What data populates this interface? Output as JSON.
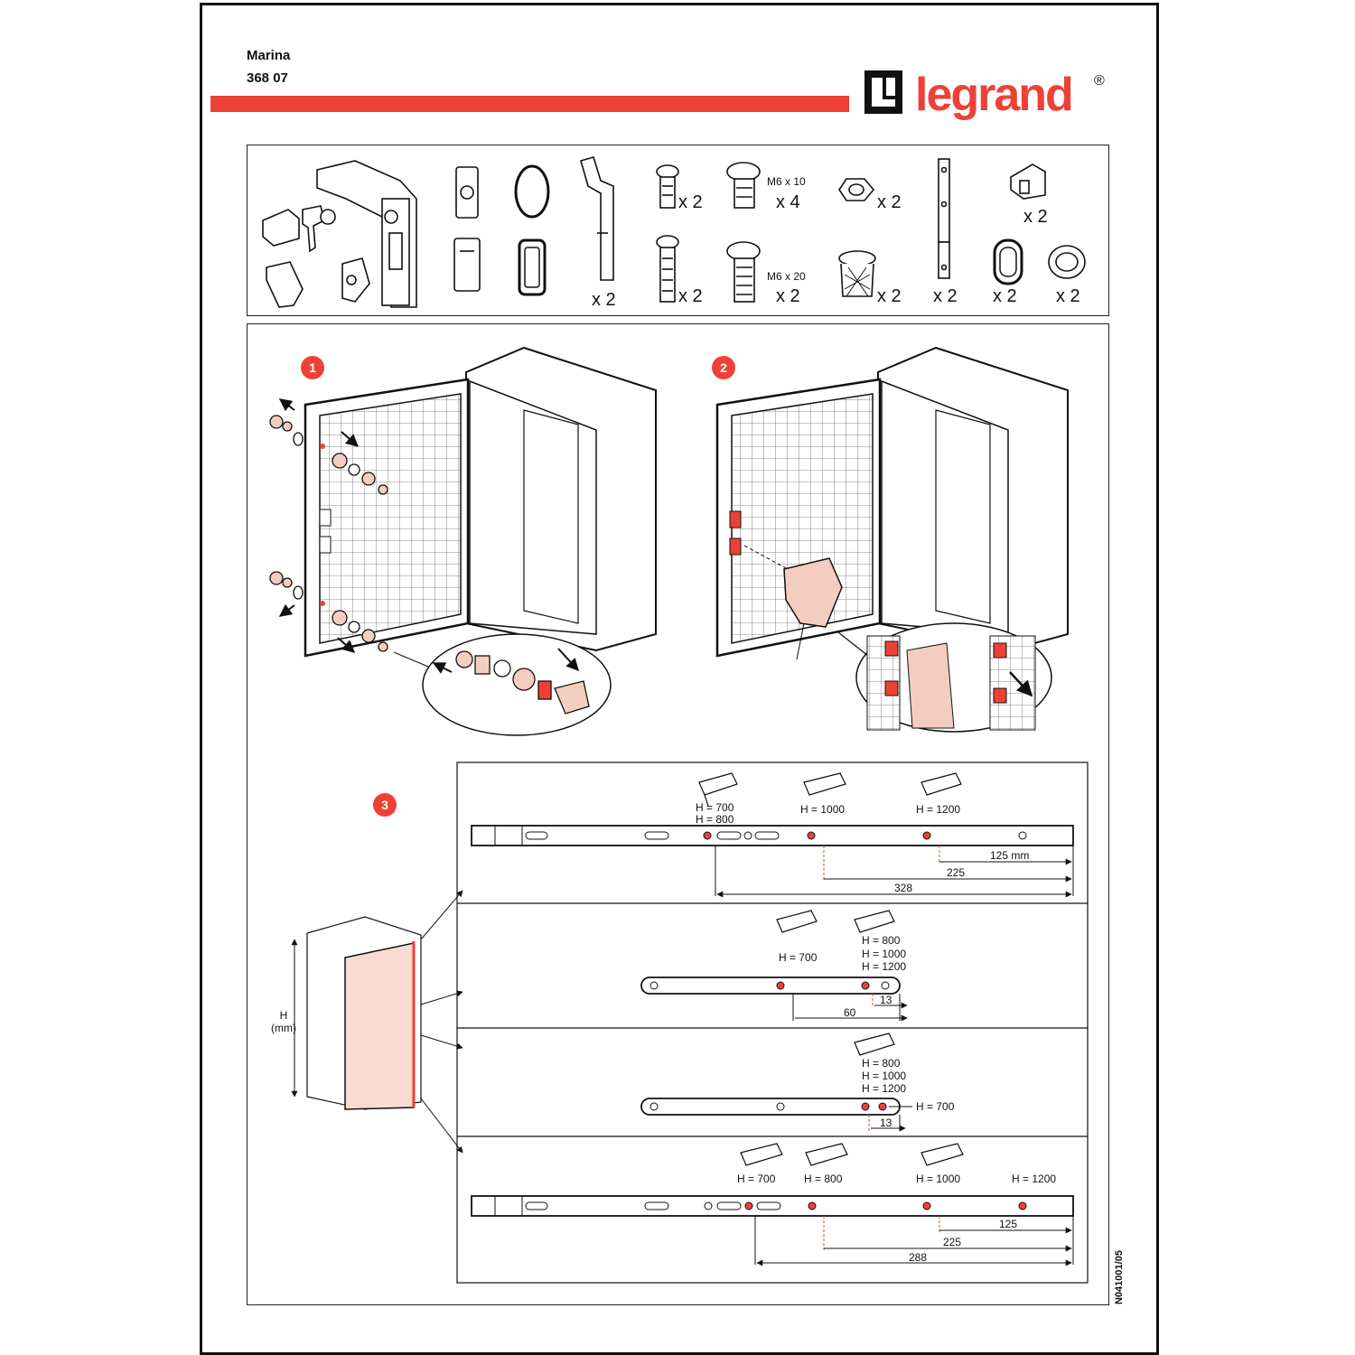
{
  "header": {
    "product_name": "Marina",
    "reference": "368 07",
    "brand": "legrand",
    "registered_mark": "®"
  },
  "colors": {
    "accent_red": "#ee4136",
    "part_fill": "#f3cdbf",
    "outline": "#111111"
  },
  "parts": {
    "key_lock_kit": "lock-cam-key-icon",
    "q_screw_small": "x 2",
    "q_screw_m6x10": "x 4",
    "m6x10_label": "M6 x 10",
    "q_nut": "x 2",
    "q_clip": "x 2",
    "q_rail_long": "x 2",
    "q_screw_long": "x 2",
    "m6x20_label": "M6 x 20",
    "q_screw_m6x20": "x 2",
    "q_bushing": "x 2",
    "q_strip": "x 2",
    "q_oval_ring": "x 2",
    "q_round_ring": "x 2"
  },
  "steps": {
    "s1": "1",
    "s2": "2",
    "s3": "3"
  },
  "rails": {
    "r1": {
      "h700": "H = 700",
      "h800": "H = 800",
      "h1000": "H = 1000",
      "h1200": "H = 1200",
      "d125": "125 mm",
      "d225": "225",
      "d328": "328"
    },
    "r2": {
      "h700": "H = 700",
      "h800": "H = 800",
      "h1000": "H = 1000",
      "h1200": "H = 1200",
      "d13": "13",
      "d60": "60"
    },
    "r3": {
      "h800": "H = 800",
      "h1000": "H = 1000",
      "h1200": "H = 1200",
      "h700": "H = 700",
      "d13": "13"
    },
    "r4": {
      "h700": "H = 700",
      "h800": "H = 800",
      "h1000": "H = 1000",
      "h1200": "H = 1200",
      "d125": "125",
      "d225": "225",
      "d288": "288"
    }
  },
  "cabinet": {
    "height_label": "H",
    "unit_label": "(mm)"
  },
  "doc_code": "N041001/05"
}
